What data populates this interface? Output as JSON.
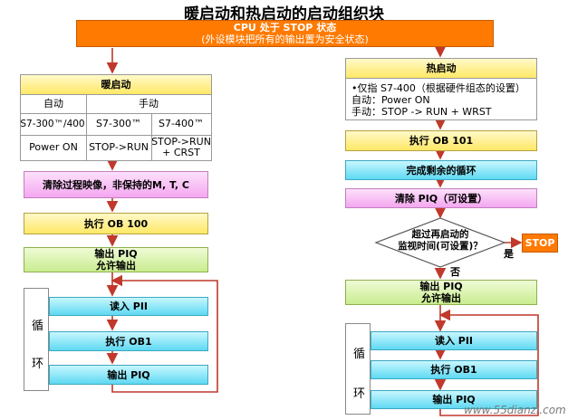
{
  "title": "暖启动和热启动的启动组织块",
  "cpu_box": {
    "line1": "CPU 处于 STOP 状态",
    "line2": "(外设模块把所有的输出置为安全状态)"
  },
  "warm": {
    "header": "暖启动",
    "col_auto": "自动",
    "col_manual": "手动",
    "r1": [
      "S7-300™/400",
      "S7-300™",
      "S7-400™"
    ],
    "r2": [
      "Power ON",
      "STOP->RUN",
      "STOP->RUN\n+ CRST"
    ],
    "clear": "清除过程映像，非保持的M, T, C",
    "exec": "执行 OB 100",
    "output_l1": "输出 PIQ",
    "output_l2": "允许输出",
    "loop_c1": "循",
    "loop_c2": "环",
    "read": "读入 PII",
    "exec_ob1": "执行 OB1",
    "out_piq": "输出 PIQ"
  },
  "hot": {
    "header": "热启动",
    "info1": "•仅指 S7-400（根据硬件组态的设置）",
    "info2": "自动：Power ON",
    "info3": "手动：STOP -> RUN + WRST",
    "exec": "执行 OB 101",
    "complete": "完成剩余的循环",
    "clear": "清除 PIQ（可设置）",
    "decision_l1": "超过再启动的",
    "decision_l2": "监视时间(可设置)？",
    "yes": "是",
    "no": "否",
    "stop": "STOP",
    "output_l1": "输出 PIQ",
    "output_l2": "允许输出",
    "loop_c1": "循",
    "loop_c2": "环",
    "read": "读入 PII",
    "exec_ob1": "执行 OB1",
    "out_piq": "输出 PIQ"
  },
  "watermark": "www.55dianzi.com",
  "colors": {
    "orange": "#ff7a00",
    "yellow": "#ffe866",
    "cyan": "#5fd9f2",
    "pink": "#f4a7f0",
    "green": "#c9ec8f",
    "arrow": "#c0392b"
  }
}
